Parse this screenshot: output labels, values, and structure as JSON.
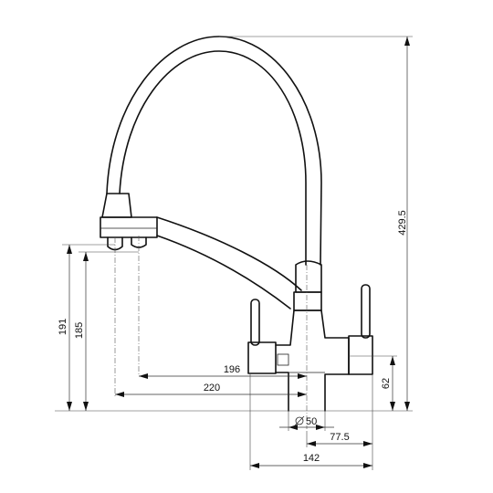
{
  "dimensions": {
    "height_total": "429.5",
    "height_191": "191",
    "height_185": "185",
    "reach_196": "196",
    "reach_220": "220",
    "base_62": "62",
    "diameter_50": "50",
    "offset_77_5": "77.5",
    "width_142": "142"
  }
}
